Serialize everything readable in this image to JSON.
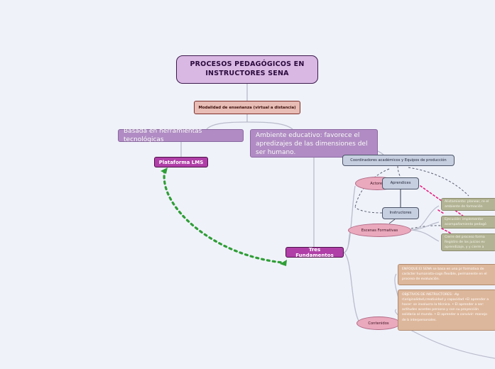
{
  "page": {
    "title": "PROCESOS PEDAGÓGICOS EN INSTRUCTORES SENA",
    "background_color": "#f0f2fa"
  },
  "colors": {
    "root_fill": "#d9b8e3",
    "root_border": "#3b1a4d",
    "modalidad_fill": "#e7bdb6",
    "lilac_fill": "#b18cc4",
    "magenta_fill": "#b03fa8",
    "bluebox_fill": "#c6cfe0",
    "ellipse_fill": "#eaa9bd",
    "olive_fill": "#b2b394",
    "tan_fill": "#ddb79b",
    "green_link": "#2f9e36",
    "pink_link": "#e6217f",
    "grey_link": "#b9bccb"
  },
  "nodes": {
    "root": "PROCESOS PEDAGÓGICOS EN INSTRUCTORES SENA",
    "modalidad": "Modalidad de enseñanza (virtual a distancia)",
    "herramientas": "Basada en herramientas tecnológicas",
    "ambiente": "Ambiente educativo: favorece el apredizajes de las dimensiones del ser humano.",
    "plataforma_lms": "Plataforma LMS",
    "tres_fundamentos": "Tres Fundamentos",
    "coordinadores": "Coordinadores académicos y Equipos de producción",
    "actores": "Actores",
    "aprendices": "Aprendices",
    "instructores": "Instructores",
    "escenas_formativas": "Escenas Formativas",
    "contenidos": "Contenidos",
    "alistamiento": "Alistamiento: planear, re el ambiente de formación",
    "ejecucion": "Ejecución: implementar acompañamiento pedagó",
    "cierre": "Cierre del proceso forma Registro de los juicios ev aprendizaje, y y cierre a",
    "enfoque": "ENFOQUE:El SENA se basa en una pr formativa de carácter humanista-cogn flexible, permanente en el proceso de evaluación.",
    "objetivos": "OBJETIVOS DE INSTRUCTORES:  -Ap r(originalidad,creatividad y capacidad •El aprender a hacer: se involucra la técnica. • El aprender a ser: actitudes acordes persona y con su proyección solidaria al mundo. • El aprender a convivir: manejo de b interpersonales."
  }
}
